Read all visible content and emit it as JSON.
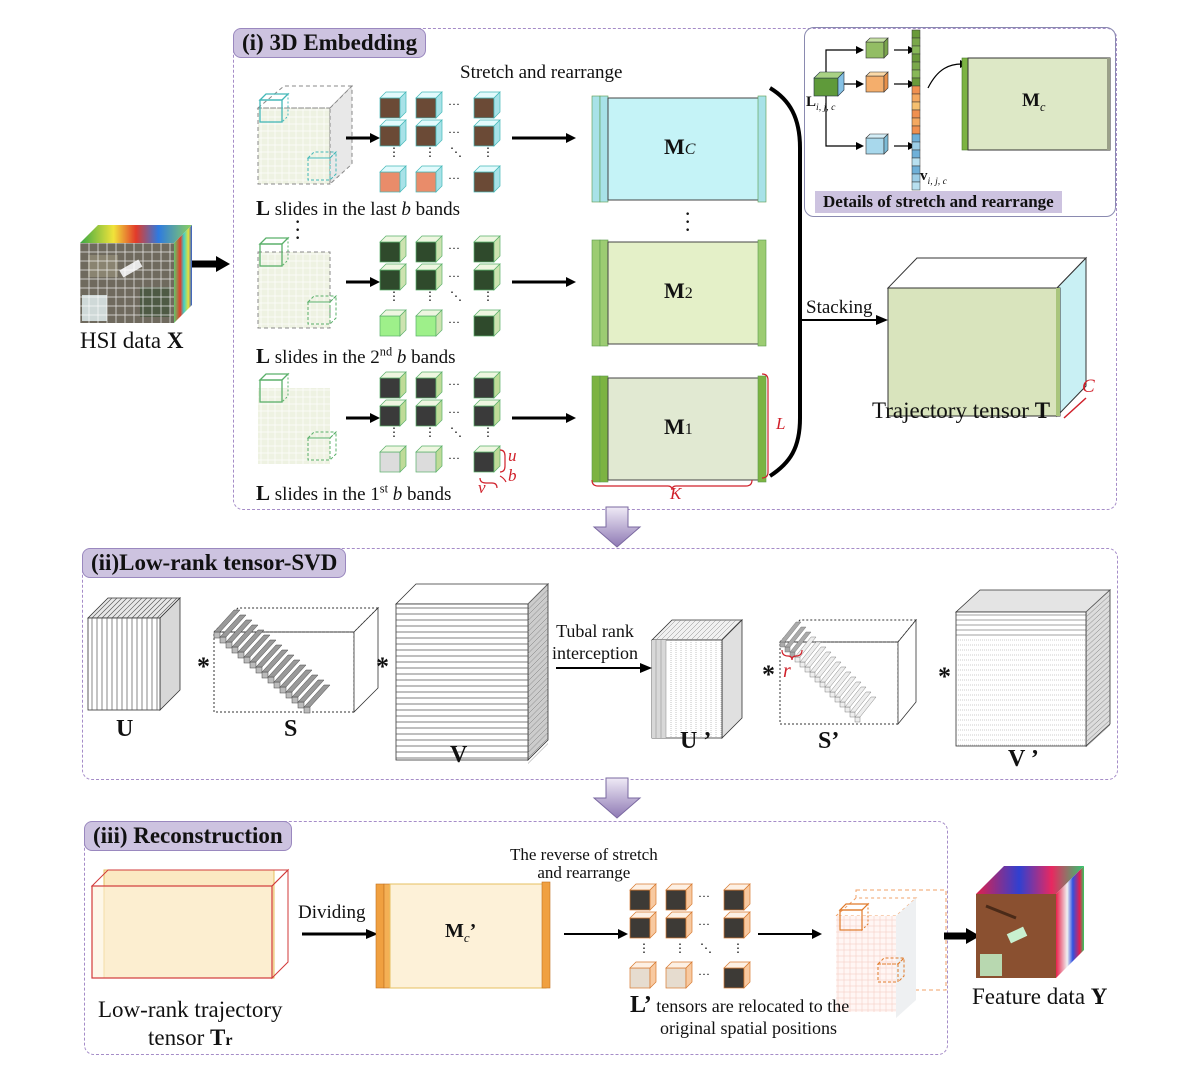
{
  "sections": {
    "embedding": {
      "title": "(i) 3D Embedding",
      "stretch_label": "Stretch and rearrange",
      "input_label_prefix": "HSI data ",
      "input_label_symbol": "X",
      "rows": [
        {
          "id": "last",
          "slides_prefix": "L",
          "slides_text": " slides in the last ",
          "band_var": "b",
          "band_suffix": " bands",
          "ordinal": "",
          "matrix_main": "M",
          "matrix_sub": "C",
          "color": "#bfeff2"
        },
        {
          "id": "second",
          "slides_prefix": "L",
          "slides_text": " slides in the 2",
          "ordinal": "nd",
          "band_var": "b",
          "band_suffix": " bands",
          "matrix_main": "M",
          "matrix_sub": "2",
          "color": "#e3efc6"
        },
        {
          "id": "first",
          "slides_prefix": "L",
          "slides_text": " slides in the 1",
          "ordinal": "st",
          "band_var": "b",
          "band_suffix": " bands",
          "matrix_main": "M",
          "matrix_sub": "1",
          "color": "#e2e9d2"
        }
      ],
      "dim_labels": {
        "u": "u",
        "b": "b",
        "v": "v",
        "L": "L",
        "K": "K",
        "C": "C"
      },
      "stacking_label": "Stacking",
      "tensor_label_prefix": "Trajectory tensor ",
      "tensor_label_symbol": "T",
      "details": {
        "title": "Details of stretch and rearrange",
        "input_main": "L",
        "input_sub": "i, j, c",
        "vector_main": "v",
        "vector_sub": "i, j, c",
        "matrix_main": "M",
        "matrix_sub": "c"
      }
    },
    "svd": {
      "title": "(ii)Low-rank tensor-SVD",
      "op_symbol": "*",
      "factors": [
        "U",
        "S",
        "V"
      ],
      "truncated_factors": [
        "U ’",
        "S’",
        "V ’"
      ],
      "interception_line1": "Tubal rank",
      "interception_line2": "interception",
      "rank_label": "r"
    },
    "reconstruction": {
      "title": "(iii) Reconstruction",
      "low_rank_line1": "Low-rank trajectory",
      "low_rank_line2_prefix": "tensor ",
      "low_rank_symbol_main": "T",
      "low_rank_symbol_sub": "r",
      "dividing_label": "Dividing",
      "matrix_main": "M",
      "matrix_sub": "c",
      "matrix_suffix": "’",
      "reverse_line1": "The reverse of stretch",
      "reverse_line2": "and rearrange",
      "relocated_prefix": "L’",
      "relocated_line1": " tensors are relocated to the",
      "relocated_line2": "original spatial positions",
      "output_label_prefix": "Feature data ",
      "output_label_symbol": "Y"
    }
  },
  "colors": {
    "panel_border": "#a58cc8",
    "title_bg": "#cdc3e0",
    "annotation_red": "#d0202a",
    "green_dark": "#7cb342",
    "green_light": "#c5e1a5",
    "cyan": "#bfeff2",
    "orange": "#f4a64c",
    "orange_light": "#fdf1d8"
  }
}
